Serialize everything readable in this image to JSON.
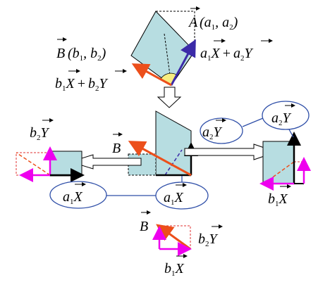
{
  "labels": {
    "vec_a": "A",
    "coord_a": "(a",
    "coord_a_sub1": "1",
    "coord_a_sep": ", a",
    "coord_a_sub2": "2",
    "coord_a_close": ")",
    "vec_b": "B",
    "coord_b": "(b",
    "coord_b_sub1": "1",
    "coord_b_sep": ", b",
    "coord_b_sub2": "2",
    "coord_b_close": ")",
    "a": "a",
    "b": "b",
    "X": "X",
    "Y": "Y",
    "plus": "+",
    "one": "1",
    "two": "2"
  },
  "colors": {
    "fill": "#b7dde1",
    "orange": "#ec4f1b",
    "navy": "#3b2aa8",
    "magenta": "#ee00ee",
    "ellipse": "#2f4fa8",
    "angle": "#f7ee80"
  }
}
